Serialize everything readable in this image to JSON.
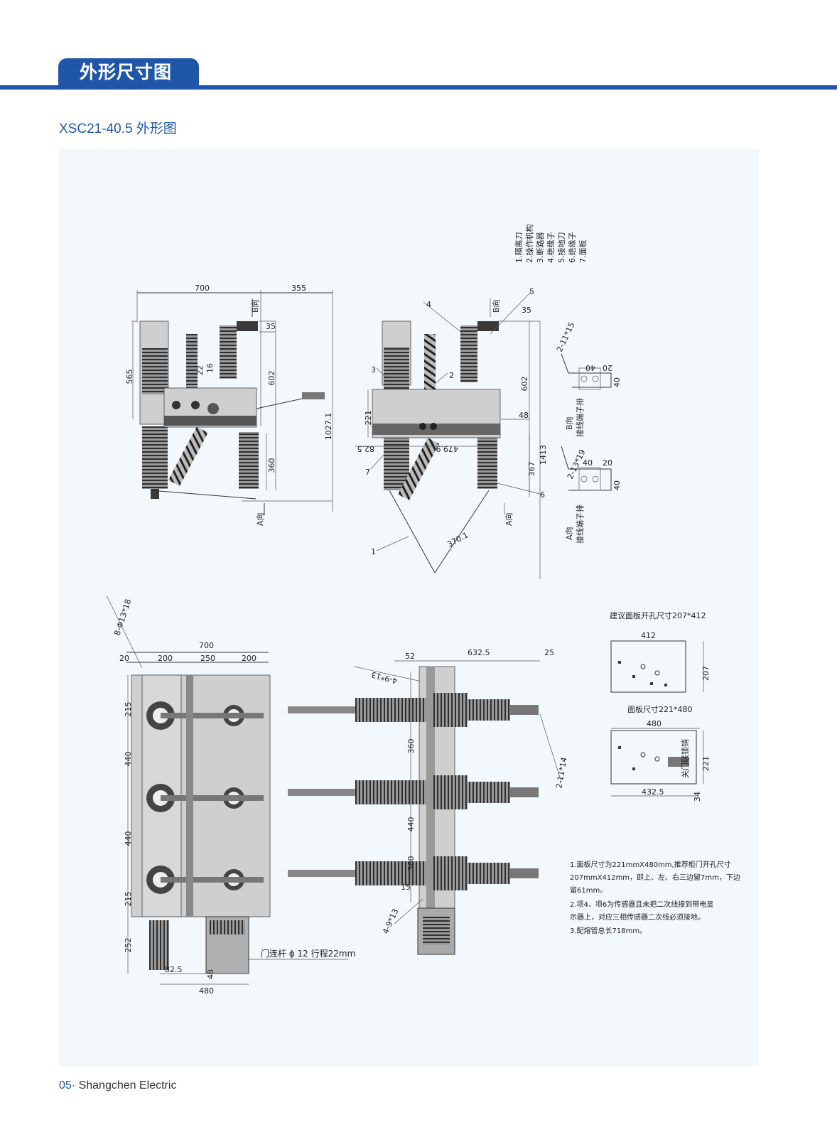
{
  "header": {
    "section_title": "外形尺寸图"
  },
  "subtitle": "XSC21-40.5 外形图",
  "legend": [
    "1.隔离刀",
    "2.操作机构",
    "3.断路器",
    "4.绝缘子",
    "5.接地刀",
    "6.绝缘子",
    "7.面板"
  ],
  "dims_view1": {
    "w700": "700",
    "w355": "355",
    "h565": "565",
    "h602": "602",
    "d35": "35",
    "d22": "22",
    "d16": "16",
    "h1027": "1027.1",
    "h360": "360",
    "dirB": "B向",
    "dirA": "A向"
  },
  "dims_view2": {
    "d35": "35",
    "d602": "602",
    "d221": "221",
    "d48": "48",
    "d825": "82.5",
    "d4799": "479.9",
    "d367": "367",
    "d1413": "1413",
    "d3701": "370.1",
    "dirB": "B向",
    "dirA": "A向",
    "n1": "1",
    "n2": "2",
    "n3": "3",
    "n4": "4",
    "n5": "5",
    "n6": "6",
    "n7": "7"
  },
  "terminal_b": {
    "hole": "2-11*15",
    "d40": "40",
    "d20": "20",
    "d40b": "40",
    "caption1": "B向",
    "caption2": "接线端子排"
  },
  "terminal_a": {
    "hole": "2-13*19",
    "d40": "40",
    "d20": "20",
    "d40b": "40",
    "caption1": "A向",
    "caption2": "接线端子排"
  },
  "dims_view3": {
    "holes": "8-Φ13*18",
    "w700": "700",
    "d20": "20",
    "d200a": "200",
    "d250": "250",
    "d200b": "200",
    "d215a": "215",
    "d440a": "440",
    "d440b": "440",
    "d215b": "215",
    "d252": "252",
    "d825": "82.5",
    "d48": "48",
    "d480": "480",
    "door_rod": "门连杆 ϕ 12 行程22mm"
  },
  "dims_view4": {
    "d52": "52",
    "d6325": "632.5",
    "d25": "25",
    "hole_top": "4-9*13",
    "hole_bot": "4-9*13",
    "hole_side": "2-11*14",
    "d360a": "360",
    "d440": "440",
    "d360b": "360",
    "d15": "15"
  },
  "panel_cutout": {
    "title": "建议面板开孔尺寸207*412",
    "w": "412",
    "h": "207"
  },
  "panel_size": {
    "title": "面板尺寸221*480",
    "w": "480",
    "h": "221",
    "w_bottom": "432.5",
    "d34": "34",
    "lock": "关门联锁销"
  },
  "notes": [
    "1.面板尺寸为221mmX480mm,推荐柜门开孔尺寸",
    "207mmX412mm，即上、左、右三边留7mm，下边",
    "留61mm。",
    "2.项4、项6为传感器且未把二次线接到带电显",
    "示器上，对应三相传感器二次线必须接地。",
    "3.配熔管总长718mm。"
  ],
  "footer": {
    "page": "05",
    "sep": "·",
    "brand": "Shangchen Electric"
  }
}
